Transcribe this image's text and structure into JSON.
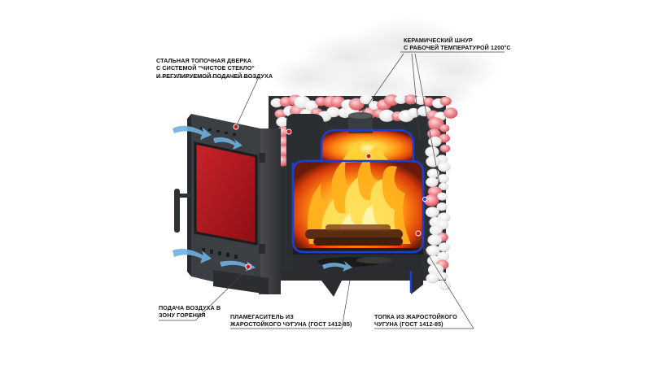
{
  "callouts": {
    "door": {
      "lines": [
        "СТАЛЬНАЯ ТОПОЧНАЯ ДВЕРКА",
        "С СИСТЕМОЙ \"ЧИСТОЕ СТЕКЛО\"",
        "И РЕГУЛИРУЕМОЙ ПОДАЧЕЙ ВОЗДУХА"
      ]
    },
    "ceramic_cord": {
      "lines": [
        "КЕРАМИЧЕСКИЙ ШНУР",
        "С РАБОЧЕЙ ТЕМПЕРАТУРОЙ 1200°С"
      ]
    },
    "air_supply": {
      "lines": [
        "ПОДАЧА ВОЗДУХА В",
        "ЗОНУ ГОРЕНИЯ"
      ]
    },
    "flame_spreader": {
      "lines": [
        "ПЛАМЕГАСИТЕЛЬ ИЗ",
        "ЖАРОСТОЙКОГО ЧУГУНА (ГОСТ 1412-85)"
      ]
    },
    "firebox": {
      "lines": [
        "ТОПКА ИЗ ЖАРОСТОЙКОГО",
        "ЧУГУНА (ГОСТ 1412-85)"
      ]
    }
  },
  "colors": {
    "body": "#3a3d40",
    "body_dark": "#25282b",
    "glass": "#b1141c",
    "cord": "#1b3fd6",
    "marker": "#e21010",
    "stone_pink": "#f0868e",
    "stone_white": "#f4f1f1",
    "fire": "#ff9a1a",
    "arrow_blue": "#6fb0e0"
  },
  "icons": [
    "air-flow-arrow-icon",
    "red-marker-dot-icon",
    "door-handle-icon",
    "chimney-icon"
  ]
}
